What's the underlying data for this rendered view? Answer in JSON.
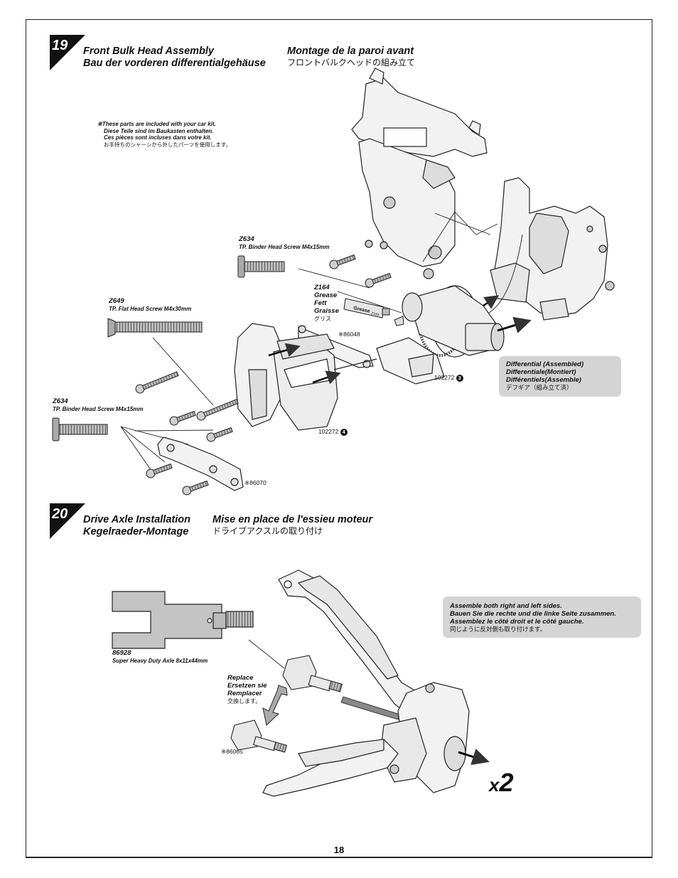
{
  "page_number": "18",
  "step19": {
    "number": "19",
    "title_en": "Front Bulk Head Assembly",
    "title_de": "Bau der vorderen differentialgehäuse",
    "title_fr": "Montage de la paroi avant",
    "title_jp": "フロントバルクヘッドの組み立て",
    "kit_note": {
      "en": "※These parts are included with your car kit.",
      "de": "Diese Teile sind im Baukasten enthalten.",
      "fr": "Ces pièces sont incluses dans votre kit.",
      "jp": "お手持ちのシャーシから外したパーツを使用します。"
    },
    "parts": [
      {
        "code": "Z634",
        "name": "TP. Binder Head Screw M4x15mm"
      },
      {
        "code": "Z649",
        "name": "TP. Flat Head Screw M4x30mm"
      },
      {
        "code": "Z634",
        "name": "TP. Binder Head Screw M4x15mm"
      }
    ],
    "grease": {
      "code": "Z164",
      "en": "Grease",
      "de": "Fett",
      "fr": "Graisse",
      "jp": "グリス",
      "tube_label": "Grease",
      "tube_code": "Z164"
    },
    "refs": {
      "r86048": "※86048",
      "r102272a": "102272",
      "r102272a_num": "3",
      "r102272b": "102272",
      "r102272b_num": "4",
      "r86070": "※86070"
    },
    "diff_box": {
      "en": "Differential (Assembled)",
      "de": "Differentiale(Montiert)",
      "fr": "Différentiels(Assemble)",
      "jp": "デフギア（組み立て済）"
    }
  },
  "step20": {
    "number": "20",
    "title_en": "Drive Axle Installation",
    "title_de": "Kegelraeder-Montage",
    "title_fr": "Mise en place de l'essieu moteur",
    "title_jp": "ドライブアクスルの取り付け",
    "part": {
      "code": "86928",
      "name": "Super Heavy Duty Axle 8x11x44mm"
    },
    "replace": {
      "en": "Replace",
      "de": "Ersetzen sie",
      "fr": "Remplacer",
      "jp": "交換します。"
    },
    "ref_86065": "※86065",
    "assemble_box": {
      "en": "Assemble both right and left sides.",
      "de": "Bauen Sie die rechte und die linke Seite zusammen.",
      "fr": "Assemblez le côté droit et le côté gauche.",
      "jp": "同じように反対側も取り付けます。"
    },
    "multiplier_x": "x",
    "multiplier_n": "2"
  }
}
